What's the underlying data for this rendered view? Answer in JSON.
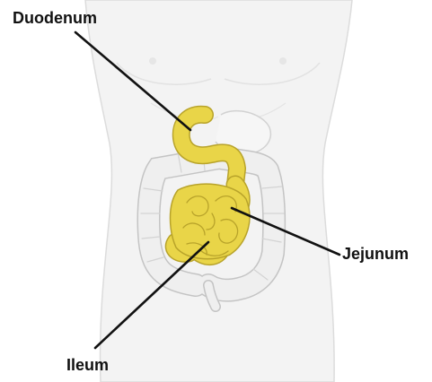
{
  "labels": {
    "duodenum": "Duodenum",
    "jejunum": "Jejunum",
    "ileum": "Ileum"
  },
  "colors": {
    "small_intestine": "#e9d548",
    "small_intestine_outline": "#b8a32a",
    "large_intestine": "#efefef",
    "large_intestine_outline": "#c4c4c4",
    "torso": "#f3f3f3",
    "torso_outline": "#dcdcdc",
    "leader_line": "#111111"
  }
}
